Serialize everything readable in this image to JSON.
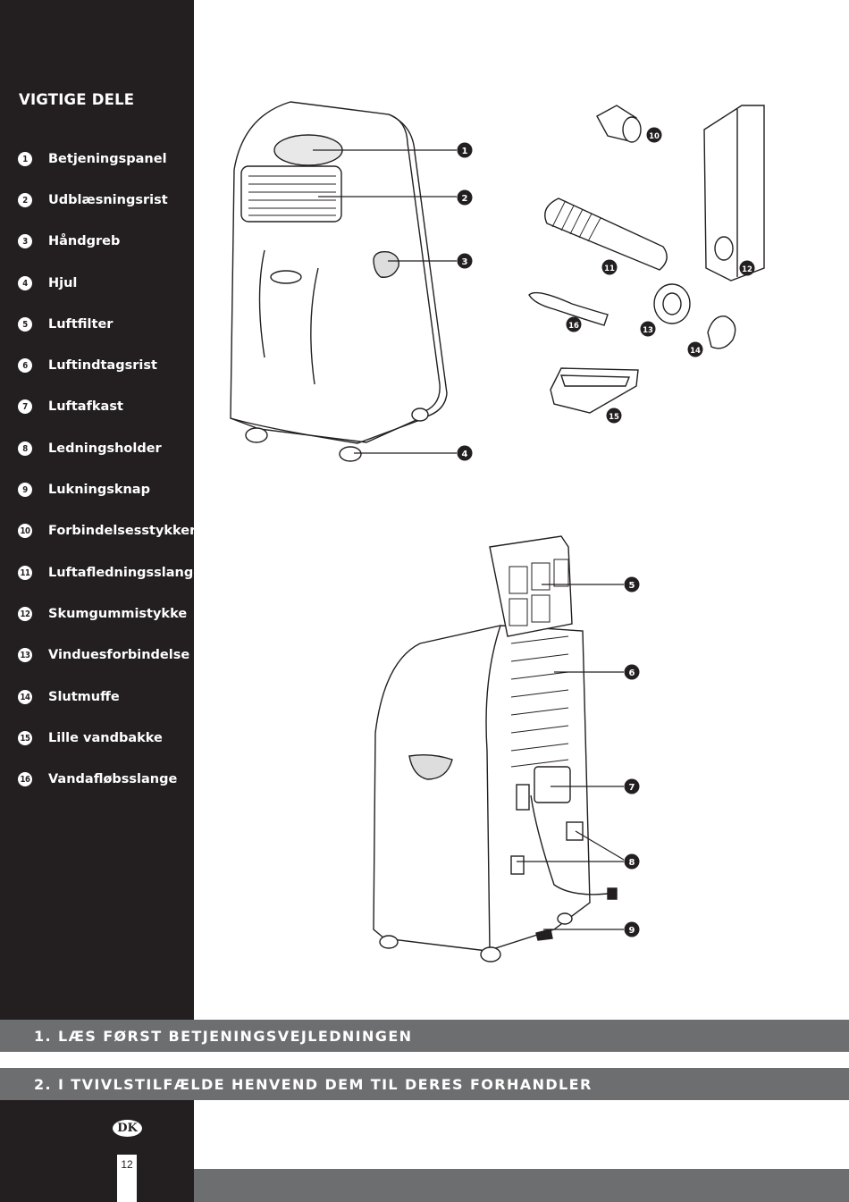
{
  "sidebar": {
    "title": "VIGTIGE DELE",
    "parts": [
      {
        "num": "1",
        "label": "Betjeningspanel"
      },
      {
        "num": "2",
        "label": "Udblæsningsrist"
      },
      {
        "num": "3",
        "label": "Håndgreb"
      },
      {
        "num": "4",
        "label": "Hjul"
      },
      {
        "num": "5",
        "label": "Luftfilter"
      },
      {
        "num": "6",
        "label": "Luftindtagsrist"
      },
      {
        "num": "7",
        "label": "Luftafkast"
      },
      {
        "num": "8",
        "label": "Ledningsholder"
      },
      {
        "num": "9",
        "label": "Lukningsknap"
      },
      {
        "num": "10",
        "label": "Forbindelsesstykker"
      },
      {
        "num": "11",
        "label": "Luftafledningsslange"
      },
      {
        "num": "12",
        "label": "Skumgummistykke"
      },
      {
        "num": "13",
        "label": "Vinduesforbindelse"
      },
      {
        "num": "14",
        "label": "Slutmuffe"
      },
      {
        "num": "15",
        "label": "Lille vandbakke"
      },
      {
        "num": "16",
        "label": "Vandafløbsslange"
      }
    ]
  },
  "notices": {
    "first": "1. LÆS FØRST BETJENINGSVEJLEDNINGEN",
    "second": "2. I TVIVLSTILFÆLDE HENVEND DEM TIL DERES FORHANDLER"
  },
  "footer": {
    "country": "DK",
    "page_number": "12"
  }
}
